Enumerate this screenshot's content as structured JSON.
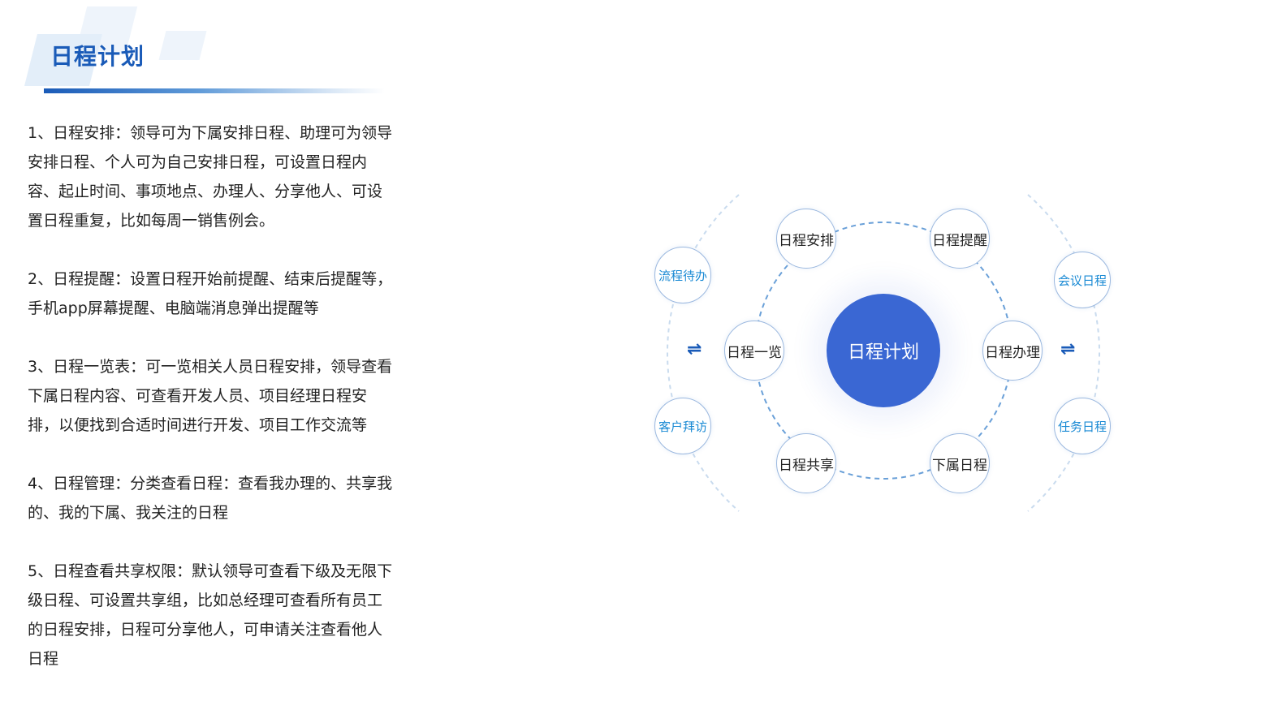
{
  "title": "日程计划",
  "items": [
    "1、日程安排：领导可为下属安排日程、助理可为领导安排日程、个人可为自己安排日程，可设置日程内容、起止时间、事项地点、办理人、分享他人、可设置日程重复，比如每周一销售例会。",
    "2、日程提醒：设置日程开始前提醒、结束后提醒等，手机app屏幕提醒、电脑端消息弹出提醒等",
    "3、日程一览表：可一览相关人员日程安排，领导查看下属日程内容、可查看开发人员、项目经理日程安排，以便找到合适时间进行开发、项目工作交流等",
    "4、日程管理：分类查看日程：查看我办理的、共享我的、我的下属、我关注的日程",
    "5、日程查看共享权限：默认领导可查看下级及无限下级日程、可设置共享组，比如总经理可查看所有员工的日程安排，日程可分享他人，可申请关注查看他人日程"
  ],
  "diagram": {
    "center": "日程计划",
    "inner_nodes": [
      "日程安排",
      "日程提醒",
      "日程办理",
      "下属日程",
      "日程共享",
      "日程一览"
    ],
    "outer_nodes": [
      "流程待办",
      "客户拜访",
      "会议日程",
      "任务日程"
    ],
    "arrow_symbol": "⇌",
    "colors": {
      "center": "#3a67d3",
      "outer_text": "#1a8ad4",
      "ring": "#6aa0d8",
      "title": "#1a5bb8"
    }
  }
}
